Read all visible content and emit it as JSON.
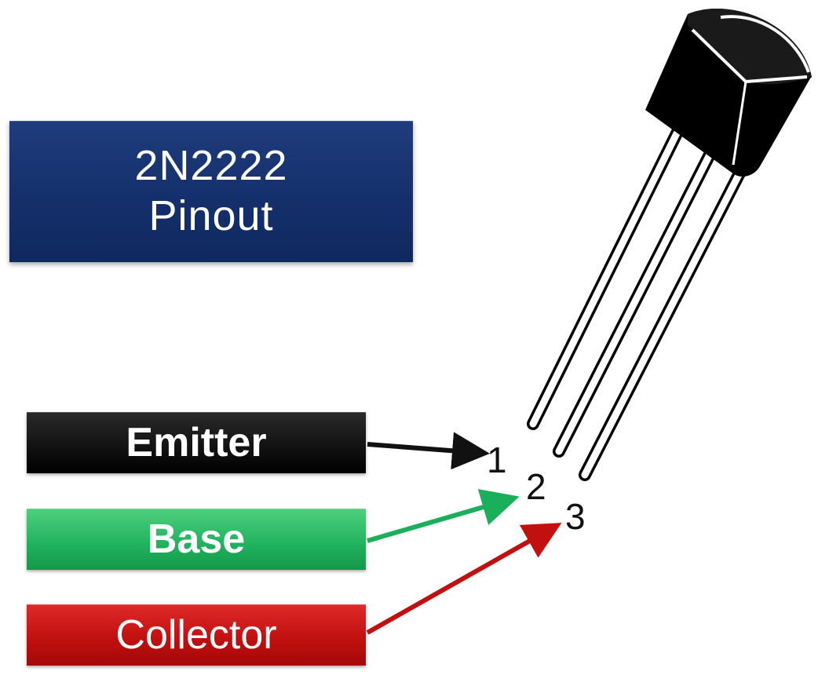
{
  "title": {
    "line1": "2N2222",
    "line2": "Pinout",
    "color": "#14306c"
  },
  "pins": [
    {
      "number": "1",
      "label": "Emitter",
      "color": "#111111"
    },
    {
      "number": "2",
      "label": "Base",
      "color": "#1aaf5a"
    },
    {
      "number": "3",
      "label": "Collector",
      "color": "#c21010"
    }
  ],
  "component_icon": "transistor-to92-icon"
}
